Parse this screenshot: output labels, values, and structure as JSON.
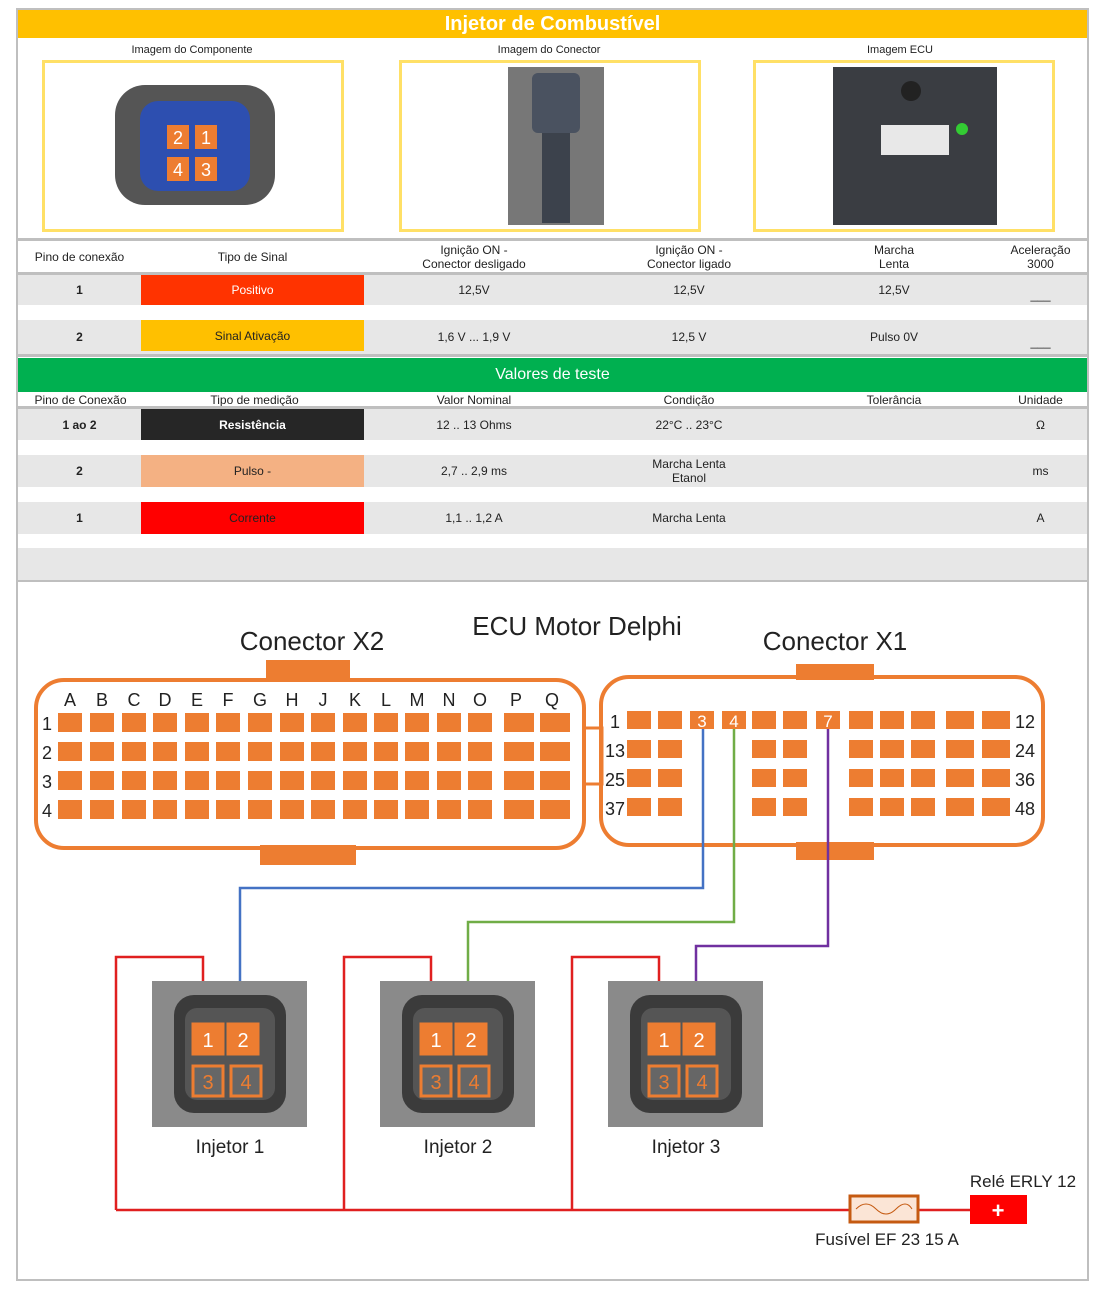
{
  "title": "Injetor de Combustível",
  "images": {
    "component_label": "Imagem do Componente",
    "connector_label": "Imagem do Conector",
    "ecu_label": "Imagem ECU",
    "component_pins": [
      "2",
      "1",
      "4",
      "3"
    ]
  },
  "signal_table": {
    "headers": [
      "Pino de conexão",
      "Tipo de Sinal",
      "Ignição ON -\nConector desligado",
      "Ignição ON -\nConector ligado",
      "Marcha\nLenta",
      "Aceleração\n3000"
    ],
    "rows": [
      {
        "pin": "1",
        "type": "Positivo",
        "color": "#ff3300",
        "text_color": "#ffffff",
        "ign_off": "12,5V",
        "ign_on": "12,5V",
        "idle": "12,5V",
        "accel": "___"
      },
      {
        "pin": "2",
        "type": "Sinal Ativação",
        "color": "#ffc000",
        "text_color": "#222222",
        "ign_off": "1,6 V ... 1,9 V",
        "ign_on": "12,5 V",
        "idle": "Pulso 0V",
        "accel": "___"
      }
    ]
  },
  "test_title": "Valores de teste",
  "test_table": {
    "headers": [
      "Pino de Conexão",
      "Tipo de medição",
      "Valor Nominal",
      "Condição",
      "Tolerância",
      "Unidade"
    ],
    "rows": [
      {
        "pin": "1 ao 2",
        "type": "Resistência",
        "color": "#262626",
        "text_color": "#ffffff",
        "nominal": "12 .. 13 Ohms",
        "condition": "22°C .. 23°C",
        "tolerance": "",
        "unit": "Ω"
      },
      {
        "pin": "2",
        "type": "Pulso -",
        "color": "#f4b183",
        "text_color": "#222222",
        "nominal": "2,7 .. 2,9 ms",
        "condition": "Marcha Lenta\nEtanol",
        "tolerance": "",
        "unit": "ms"
      },
      {
        "pin": "1",
        "type": "Corrente",
        "color": "#ff0000",
        "text_color": "#222222",
        "nominal": "1,1 .. 1,2 A",
        "condition": "Marcha Lenta",
        "tolerance": "",
        "unit": "A"
      }
    ]
  },
  "diagram": {
    "ecu_title": "ECU Motor Delphi",
    "x2_title": "Conector X2",
    "x1_title": "Conector X1",
    "x2_columns": [
      "A",
      "B",
      "C",
      "D",
      "E",
      "F",
      "G",
      "H",
      "J",
      "K",
      "L",
      "M",
      "N",
      "O",
      "P",
      "Q"
    ],
    "x2_rows": [
      "1",
      "2",
      "3",
      "4"
    ],
    "x1_left_labels": [
      "1",
      "13",
      "25",
      "37"
    ],
    "x1_right_labels": [
      "12",
      "24",
      "36",
      "48"
    ],
    "x1_marked_pins": [
      "3",
      "4",
      "7"
    ],
    "injectors": [
      {
        "label": "Injetor 1",
        "wire_pin": "3",
        "wire_color": "#4472c4"
      },
      {
        "label": "Injetor 2",
        "wire_pin": "4",
        "wire_color": "#70ad47"
      },
      {
        "label": "Injetor 3",
        "wire_pin": "7",
        "wire_color": "#7030a0"
      }
    ],
    "injector_pins": [
      "1",
      "2",
      "3",
      "4"
    ],
    "fuse_label": "Fusível EF 23 15 A",
    "relay_label": "Relé ERLY 12",
    "relay_symbol": "+",
    "colors": {
      "orange": "#ed7d31",
      "positive": "#e02020"
    }
  }
}
